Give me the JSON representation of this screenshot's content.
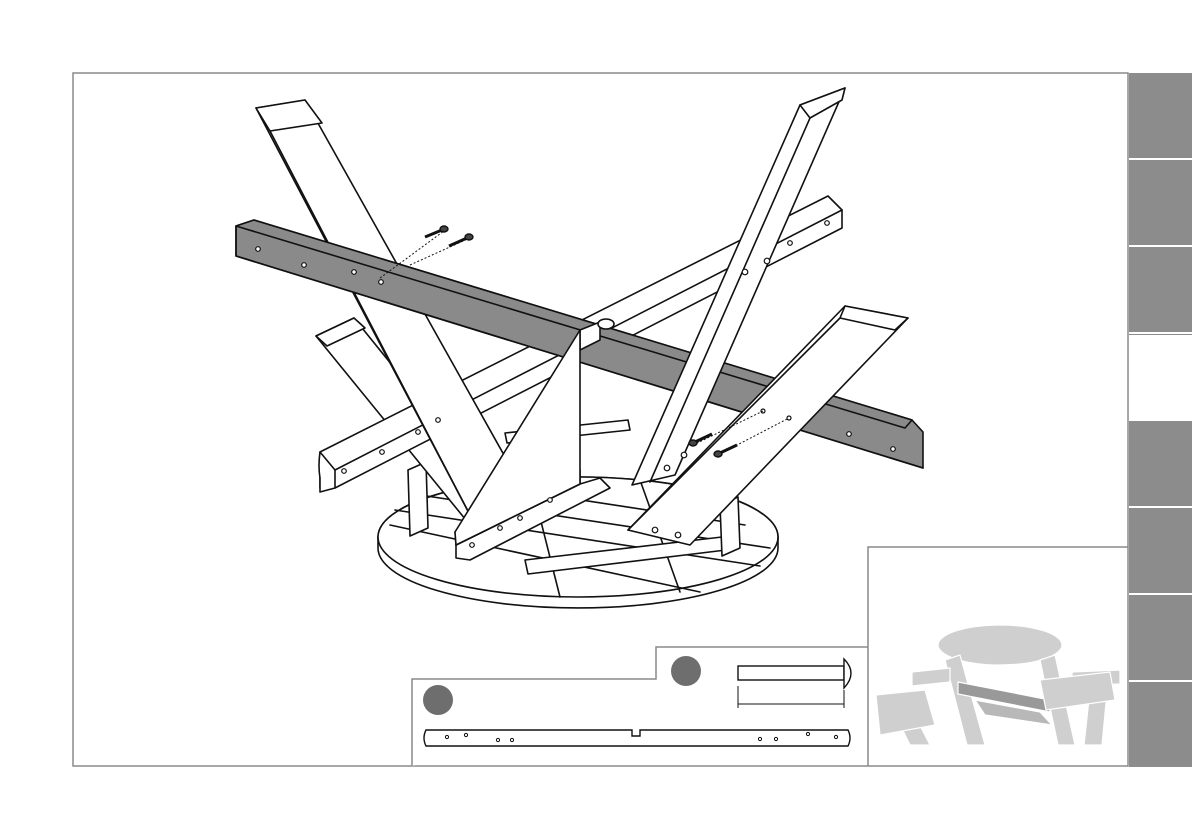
{
  "colors": {
    "frame": "#8a8a8a",
    "tab_gray": "#8c8c8c",
    "tab_active": "#ffffff",
    "highlight_beam": "#8a8a8a",
    "callout_circle": "#6e6e6e",
    "line": "#111111",
    "preview_gray": "#c8c8c8"
  },
  "side_tabs": [
    {
      "name": "tab-1",
      "active": false
    },
    {
      "name": "tab-2",
      "active": false
    },
    {
      "name": "tab-3",
      "active": false
    },
    {
      "name": "tab-4",
      "active": true
    },
    {
      "name": "tab-5",
      "active": false
    },
    {
      "name": "tab-6",
      "active": false
    },
    {
      "name": "tab-7",
      "active": false
    },
    {
      "name": "tab-8",
      "active": false
    }
  ],
  "icons": {
    "part_callout": "part-callout-circle-icon",
    "bolt_callout": "bolt-callout-circle-icon",
    "bolt": "carriage-bolt-icon",
    "beam": "cross-beam-part-icon",
    "preview": "picnic-table-preview-icon"
  }
}
